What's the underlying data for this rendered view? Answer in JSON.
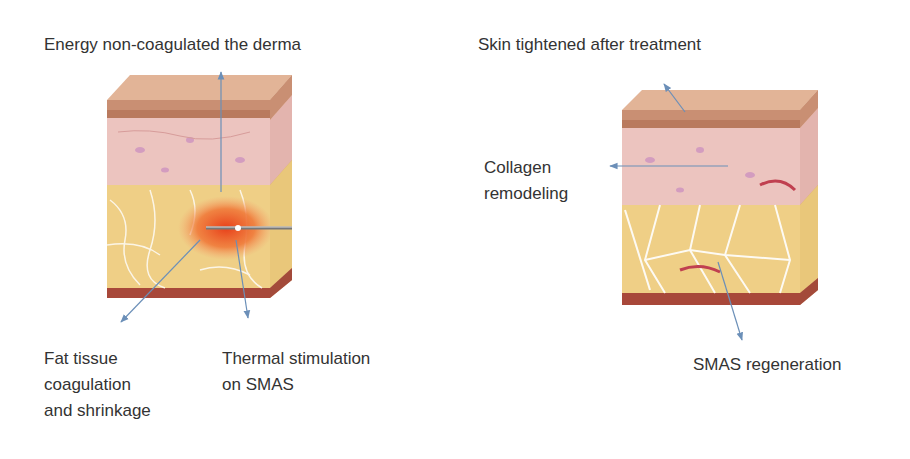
{
  "diagram": {
    "labels": [
      "Energy non-coagulated the derma",
      "Fat tissue coagulation and shrinkage",
      "Thermal stimulation on SMAS",
      "Skin tightened after treatment",
      "Collagen remodeling",
      "SMAS regeneration"
    ]
  }
}
